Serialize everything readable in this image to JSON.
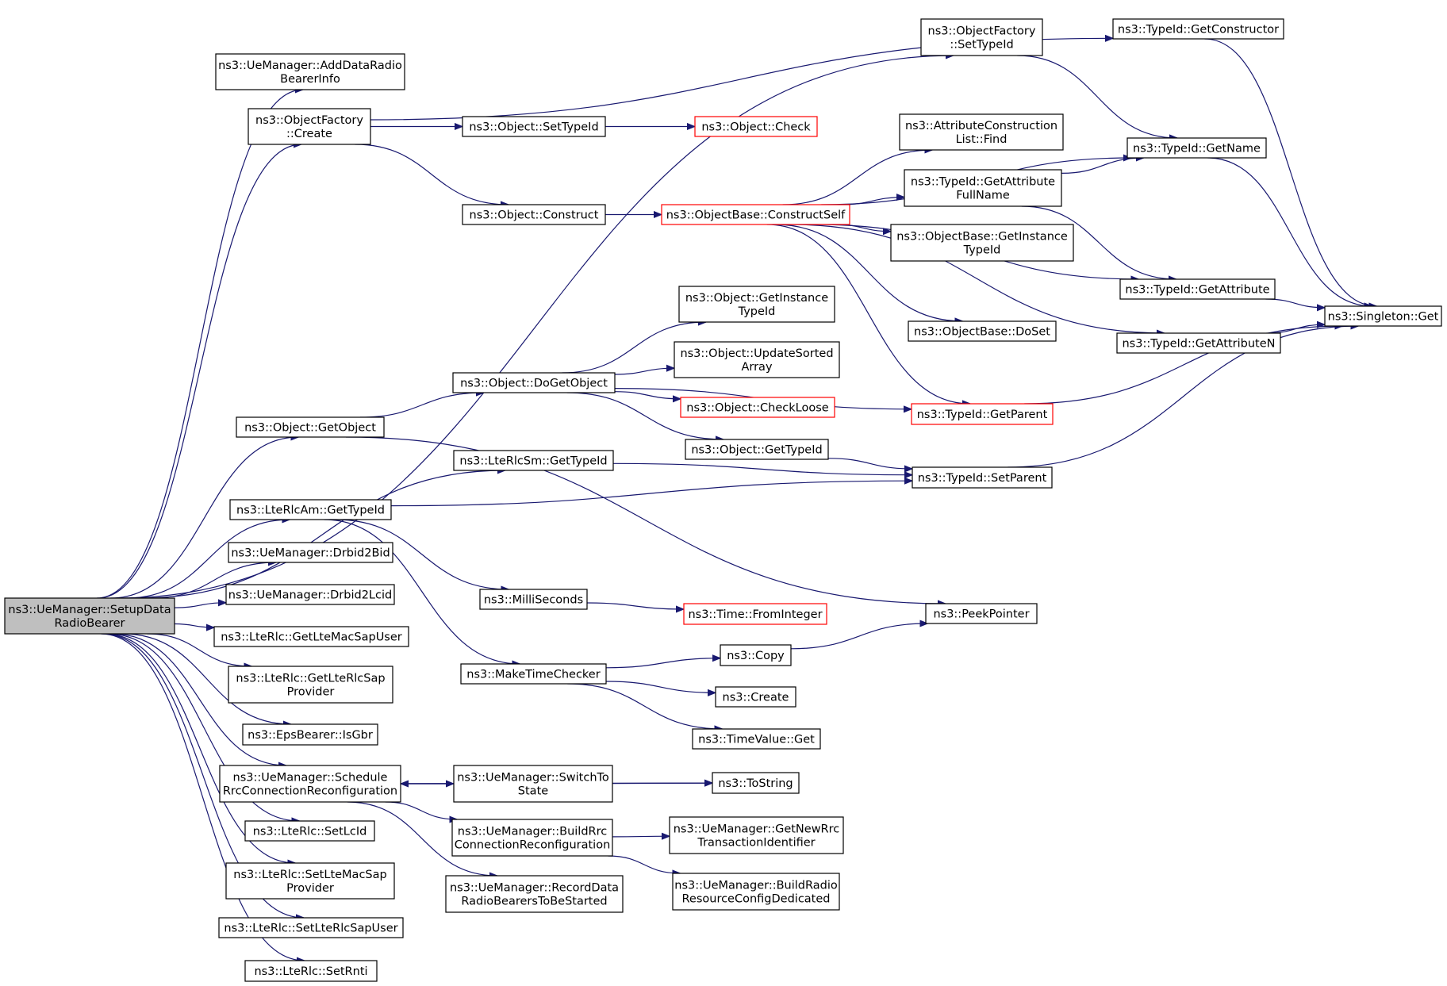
{
  "graph": {
    "nodes": [
      {
        "id": "root",
        "lines": [
          "ns3::UeManager::SetupData",
          "RadioBearer"
        ],
        "style": "root",
        "interactable": false
      },
      {
        "id": "add_drbi",
        "lines": [
          "ns3::UeManager::AddDataRadio",
          "BearerInfo"
        ],
        "style": "normal",
        "interactable": true
      },
      {
        "id": "of_create",
        "lines": [
          "ns3::ObjectFactory",
          "::Create"
        ],
        "style": "normal",
        "interactable": true
      },
      {
        "id": "obj_settypeid",
        "lines": [
          "ns3::Object::SetTypeId"
        ],
        "style": "normal",
        "interactable": true
      },
      {
        "id": "obj_check",
        "lines": [
          "ns3::Object::Check"
        ],
        "style": "red",
        "interactable": true
      },
      {
        "id": "obj_construct",
        "lines": [
          "ns3::Object::Construct"
        ],
        "style": "normal",
        "interactable": true
      },
      {
        "id": "ob_constructself",
        "lines": [
          "ns3::ObjectBase::ConstructSelf"
        ],
        "style": "red",
        "interactable": true
      },
      {
        "id": "of_settypeid",
        "lines": [
          "ns3::ObjectFactory",
          "::SetTypeId"
        ],
        "style": "normal",
        "interactable": true
      },
      {
        "id": "tid_getconstructor",
        "lines": [
          "ns3::TypeId::GetConstructor"
        ],
        "style": "normal",
        "interactable": true
      },
      {
        "id": "acl_find",
        "lines": [
          "ns3::AttributeConstruction",
          "List::Find"
        ],
        "style": "normal",
        "interactable": true
      },
      {
        "id": "tid_getname",
        "lines": [
          "ns3::TypeId::GetName"
        ],
        "style": "normal",
        "interactable": true
      },
      {
        "id": "tid_getattrfullname",
        "lines": [
          "ns3::TypeId::GetAttribute",
          "FullName"
        ],
        "style": "normal",
        "interactable": true
      },
      {
        "id": "ob_getinstancetypeid",
        "lines": [
          "ns3::ObjectBase::GetInstance",
          "TypeId"
        ],
        "style": "normal",
        "interactable": true
      },
      {
        "id": "tid_getattribute",
        "lines": [
          "ns3::TypeId::GetAttribute"
        ],
        "style": "normal",
        "interactable": true
      },
      {
        "id": "singleton_get",
        "lines": [
          "ns3::Singleton::Get"
        ],
        "style": "normal",
        "interactable": true
      },
      {
        "id": "ob_doset",
        "lines": [
          "ns3::ObjectBase::DoSet"
        ],
        "style": "normal",
        "interactable": true
      },
      {
        "id": "tid_getattributen",
        "lines": [
          "ns3::TypeId::GetAttributeN"
        ],
        "style": "normal",
        "interactable": true
      },
      {
        "id": "obj_getinstancetypeid",
        "lines": [
          "ns3::Object::GetInstance",
          "TypeId"
        ],
        "style": "normal",
        "interactable": true
      },
      {
        "id": "obj_updatesorted",
        "lines": [
          "ns3::Object::UpdateSorted",
          "Array"
        ],
        "style": "normal",
        "interactable": true
      },
      {
        "id": "obj_dogetobject",
        "lines": [
          "ns3::Object::DoGetObject"
        ],
        "style": "normal",
        "interactable": true
      },
      {
        "id": "obj_checkloose",
        "lines": [
          "ns3::Object::CheckLoose"
        ],
        "style": "red",
        "interactable": true
      },
      {
        "id": "tid_getparent",
        "lines": [
          "ns3::TypeId::GetParent"
        ],
        "style": "red",
        "interactable": true
      },
      {
        "id": "obj_getobject",
        "lines": [
          "ns3::Object::GetObject"
        ],
        "style": "normal",
        "interactable": true
      },
      {
        "id": "obj_gettypeid",
        "lines": [
          "ns3::Object::GetTypeId"
        ],
        "style": "normal",
        "interactable": true
      },
      {
        "id": "rlcsm_gettypeid",
        "lines": [
          "ns3::LteRlcSm::GetTypeId"
        ],
        "style": "normal",
        "interactable": true
      },
      {
        "id": "tid_setparent",
        "lines": [
          "ns3::TypeId::SetParent"
        ],
        "style": "normal",
        "interactable": true
      },
      {
        "id": "rlcam_gettypeid",
        "lines": [
          "ns3::LteRlcAm::GetTypeId"
        ],
        "style": "normal",
        "interactable": true
      },
      {
        "id": "drbid2bid",
        "lines": [
          "ns3::UeManager::Drbid2Bid"
        ],
        "style": "normal",
        "interactable": true
      },
      {
        "id": "drbid2lcid",
        "lines": [
          "ns3::UeManager::Drbid2Lcid"
        ],
        "style": "normal",
        "interactable": true
      },
      {
        "id": "millis",
        "lines": [
          "ns3::MilliSeconds"
        ],
        "style": "normal",
        "interactable": true
      },
      {
        "id": "time_frominteger",
        "lines": [
          "ns3::Time::FromInteger"
        ],
        "style": "red",
        "interactable": true
      },
      {
        "id": "peekpointer",
        "lines": [
          "ns3::PeekPointer"
        ],
        "style": "normal",
        "interactable": true
      },
      {
        "id": "getltemacsapuser",
        "lines": [
          "ns3::LteRlc::GetLteMacSapUser"
        ],
        "style": "normal",
        "interactable": true
      },
      {
        "id": "getlterlcsapprovider",
        "lines": [
          "ns3::LteRlc::GetLteRlcSap",
          "Provider"
        ],
        "style": "normal",
        "interactable": true
      },
      {
        "id": "maketimechecker",
        "lines": [
          "ns3::MakeTimeChecker"
        ],
        "style": "normal",
        "interactable": true
      },
      {
        "id": "copy",
        "lines": [
          "ns3::Copy"
        ],
        "style": "normal",
        "interactable": true
      },
      {
        "id": "create",
        "lines": [
          "ns3::Create"
        ],
        "style": "normal",
        "interactable": true
      },
      {
        "id": "timevalue_get",
        "lines": [
          "ns3::TimeValue::Get"
        ],
        "style": "normal",
        "interactable": true
      },
      {
        "id": "isgbr",
        "lines": [
          "ns3::EpsBearer::IsGbr"
        ],
        "style": "normal",
        "interactable": true
      },
      {
        "id": "schedule",
        "lines": [
          "ns3::UeManager::Schedule",
          "RrcConnectionReconfiguration"
        ],
        "style": "normal",
        "interactable": true
      },
      {
        "id": "switchto",
        "lines": [
          "ns3::UeManager::SwitchTo",
          "State"
        ],
        "style": "normal",
        "interactable": true
      },
      {
        "id": "tostring",
        "lines": [
          "ns3::ToString"
        ],
        "style": "normal",
        "interactable": true
      },
      {
        "id": "buildrrc",
        "lines": [
          "ns3::UeManager::BuildRrc",
          "ConnectionReconfiguration"
        ],
        "style": "normal",
        "interactable": true
      },
      {
        "id": "getnewrrc",
        "lines": [
          "ns3::UeManager::GetNewRrc",
          "TransactionIdentifier"
        ],
        "style": "normal",
        "interactable": true
      },
      {
        "id": "setlcid",
        "lines": [
          "ns3::LteRlc::SetLcId"
        ],
        "style": "normal",
        "interactable": true
      },
      {
        "id": "buildradio",
        "lines": [
          "ns3::UeManager::BuildRadio",
          "ResourceConfigDedicated"
        ],
        "style": "normal",
        "interactable": true
      },
      {
        "id": "recorddata",
        "lines": [
          "ns3::UeManager::RecordData",
          "RadioBearersToBeStarted"
        ],
        "style": "normal",
        "interactable": true
      },
      {
        "id": "setltemacsapprovider",
        "lines": [
          "ns3::LteRlc::SetLteMacSap",
          "Provider"
        ],
        "style": "normal",
        "interactable": true
      },
      {
        "id": "setlterlcsapuser",
        "lines": [
          "ns3::LteRlc::SetLteRlcSapUser"
        ],
        "style": "normal",
        "interactable": true
      },
      {
        "id": "setrnti",
        "lines": [
          "ns3::LteRlc::SetRnti"
        ],
        "style": "normal",
        "interactable": true
      }
    ],
    "edges": [
      [
        "root",
        "add_drbi"
      ],
      [
        "root",
        "of_create"
      ],
      [
        "root",
        "of_settypeid"
      ],
      [
        "root",
        "obj_getobject"
      ],
      [
        "root",
        "rlcsm_gettypeid"
      ],
      [
        "root",
        "rlcam_gettypeid"
      ],
      [
        "root",
        "drbid2bid"
      ],
      [
        "root",
        "drbid2lcid"
      ],
      [
        "root",
        "getltemacsapuser"
      ],
      [
        "root",
        "getlterlcsapprovider"
      ],
      [
        "root",
        "isgbr"
      ],
      [
        "root",
        "schedule"
      ],
      [
        "root",
        "setlcid"
      ],
      [
        "root",
        "setltemacsapprovider"
      ],
      [
        "root",
        "setlterlcsapuser"
      ],
      [
        "root",
        "setrnti"
      ],
      [
        "of_create",
        "tid_getconstructor"
      ],
      [
        "of_create",
        "obj_settypeid"
      ],
      [
        "of_create",
        "obj_construct"
      ],
      [
        "obj_settypeid",
        "obj_check"
      ],
      [
        "obj_construct",
        "ob_constructself"
      ],
      [
        "ob_constructself",
        "tid_getname"
      ],
      [
        "ob_constructself",
        "acl_find"
      ],
      [
        "ob_constructself",
        "tid_getattrfullname"
      ],
      [
        "ob_constructself",
        "ob_getinstancetypeid"
      ],
      [
        "ob_constructself",
        "tid_getattribute"
      ],
      [
        "ob_constructself",
        "ob_doset"
      ],
      [
        "ob_constructself",
        "tid_getattributen"
      ],
      [
        "ob_constructself",
        "tid_getparent"
      ],
      [
        "of_settypeid",
        "tid_getname"
      ],
      [
        "tid_getconstructor",
        "singleton_get"
      ],
      [
        "tid_getname",
        "singleton_get"
      ],
      [
        "tid_getattrfullname",
        "tid_getname"
      ],
      [
        "tid_getattrfullname",
        "tid_getattribute"
      ],
      [
        "tid_getattribute",
        "singleton_get"
      ],
      [
        "tid_getattributen",
        "singleton_get"
      ],
      [
        "tid_getparent",
        "singleton_get"
      ],
      [
        "tid_setparent",
        "singleton_get"
      ],
      [
        "obj_getobject",
        "obj_dogetobject"
      ],
      [
        "obj_getobject",
        "peekpointer"
      ],
      [
        "obj_dogetobject",
        "obj_getinstancetypeid"
      ],
      [
        "obj_dogetobject",
        "obj_updatesorted"
      ],
      [
        "obj_dogetobject",
        "obj_checkloose"
      ],
      [
        "obj_dogetobject",
        "obj_gettypeid"
      ],
      [
        "obj_dogetobject",
        "tid_getparent"
      ],
      [
        "obj_gettypeid",
        "tid_setparent"
      ],
      [
        "rlcsm_gettypeid",
        "tid_setparent"
      ],
      [
        "rlcam_gettypeid",
        "tid_setparent"
      ],
      [
        "rlcam_gettypeid",
        "millis"
      ],
      [
        "rlcam_gettypeid",
        "maketimechecker"
      ],
      [
        "millis",
        "time_frominteger"
      ],
      [
        "maketimechecker",
        "copy"
      ],
      [
        "maketimechecker",
        "create"
      ],
      [
        "maketimechecker",
        "timevalue_get"
      ],
      [
        "copy",
        "peekpointer"
      ],
      [
        "schedule",
        "switchto"
      ],
      [
        "schedule",
        "tostring"
      ],
      [
        "schedule",
        "buildrrc"
      ],
      [
        "schedule",
        "recorddata"
      ],
      [
        "switchto",
        "schedule"
      ],
      [
        "switchto",
        "tostring"
      ],
      [
        "buildrrc",
        "getnewrrc"
      ],
      [
        "buildrrc",
        "buildradio"
      ]
    ]
  }
}
